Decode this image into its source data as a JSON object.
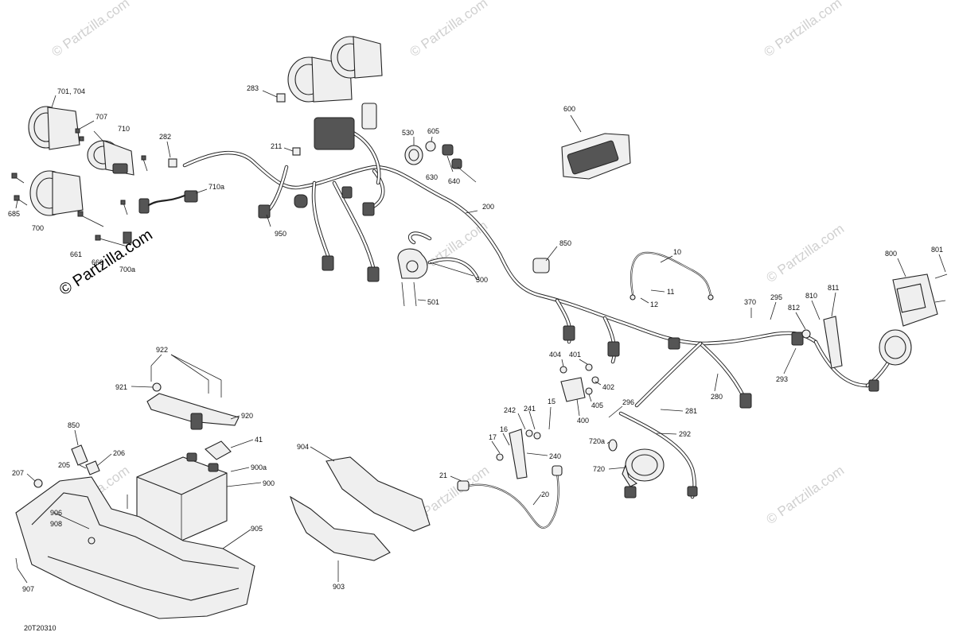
{
  "watermarks": {
    "large_text": "© Partzilla.com",
    "tiled_text": "© Partzilla.com"
  },
  "drawing_code": "20T20310",
  "labels": {
    "l_701_704": "701, 704",
    "l_707": "707",
    "l_710": "710",
    "l_282": "282",
    "l_283": "283",
    "l_211": "211",
    "l_710a": "710a",
    "l_685": "685",
    "l_700": "700",
    "l_661": "661",
    "l_660": "660",
    "l_700a": "700a",
    "l_950": "950",
    "l_530": "530",
    "l_605": "605",
    "l_630": "630",
    "l_640": "640",
    "l_600": "600",
    "l_200": "200",
    "l_850_top": "850",
    "l_500": "500",
    "l_501": "501",
    "l_10": "10",
    "l_11": "11",
    "l_12": "12",
    "l_800": "800",
    "l_801": "801",
    "l_370": "370",
    "l_295": "295",
    "l_810": "810",
    "l_811": "811",
    "l_812": "812",
    "l_293": "293",
    "l_404": "404",
    "l_401": "401",
    "l_402": "402",
    "l_405": "405",
    "l_400": "400",
    "l_280": "280",
    "l_281": "281",
    "l_296": "296",
    "l_292": "292",
    "l_242": "242",
    "l_241": "241",
    "l_15": "15",
    "l_16": "16",
    "l_17": "17",
    "l_240": "240",
    "l_720a": "720a",
    "l_720": "720",
    "l_21": "21",
    "l_20": "20",
    "l_922": "922",
    "l_921": "921",
    "l_920": "920",
    "l_850_bottom": "850",
    "l_41": "41",
    "l_205": "205",
    "l_206": "206",
    "l_900a": "900a",
    "l_207": "207",
    "l_900": "900",
    "l_906": "906",
    "l_908": "908",
    "l_905": "905",
    "l_907": "907",
    "l_904": "904",
    "l_903": "903"
  }
}
